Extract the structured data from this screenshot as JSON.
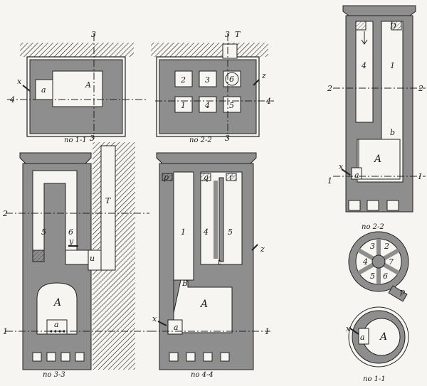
{
  "captions": {
    "s11": "по 1-1",
    "s22": "по 2-2",
    "s33": "по 3-3",
    "s44": "по 4-4",
    "r22": "по 2-2",
    "r11": "по 1-1"
  },
  "labels": {
    "A": "A",
    "a": "a",
    "x": "x",
    "z": "z",
    "T": "T",
    "u": "u",
    "y": "y",
    "t": "t",
    "B": "B",
    "b": "b",
    "p": "p",
    "q": "q",
    "r": "r",
    "D": "D",
    "n1": "1",
    "n2": "2",
    "n3": "3",
    "n4": "4",
    "n5": "5",
    "n6": "6",
    "n7": "7",
    "I": "I"
  }
}
